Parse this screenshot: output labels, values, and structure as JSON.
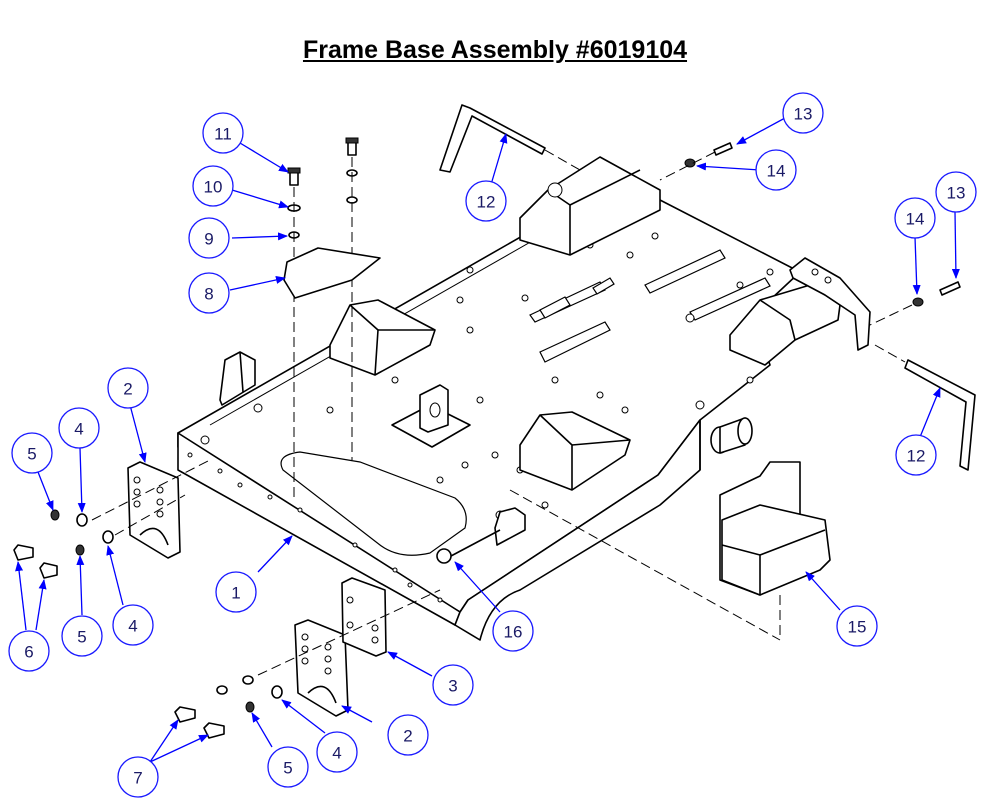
{
  "title": "Frame Base Assembly #6019104",
  "callouts": [
    {
      "id": "c1",
      "label": "1"
    },
    {
      "id": "c2a",
      "label": "2"
    },
    {
      "id": "c2b",
      "label": "2"
    },
    {
      "id": "c3",
      "label": "3"
    },
    {
      "id": "c4a",
      "label": "4"
    },
    {
      "id": "c4b",
      "label": "4"
    },
    {
      "id": "c4c",
      "label": "4"
    },
    {
      "id": "c5a",
      "label": "5"
    },
    {
      "id": "c5b",
      "label": "5"
    },
    {
      "id": "c5c",
      "label": "5"
    },
    {
      "id": "c6",
      "label": "6"
    },
    {
      "id": "c7",
      "label": "7"
    },
    {
      "id": "c8",
      "label": "8"
    },
    {
      "id": "c9",
      "label": "9"
    },
    {
      "id": "c10",
      "label": "10"
    },
    {
      "id": "c11",
      "label": "11"
    },
    {
      "id": "c12a",
      "label": "12"
    },
    {
      "id": "c12b",
      "label": "12"
    },
    {
      "id": "c13a",
      "label": "13"
    },
    {
      "id": "c13b",
      "label": "13"
    },
    {
      "id": "c14a",
      "label": "14"
    },
    {
      "id": "c14b",
      "label": "14"
    },
    {
      "id": "c15",
      "label": "15"
    },
    {
      "id": "c16",
      "label": "16"
    }
  ],
  "colors": {
    "balloon": "#1a1aff",
    "leader": "#0000ff",
    "linework": "#000000"
  }
}
